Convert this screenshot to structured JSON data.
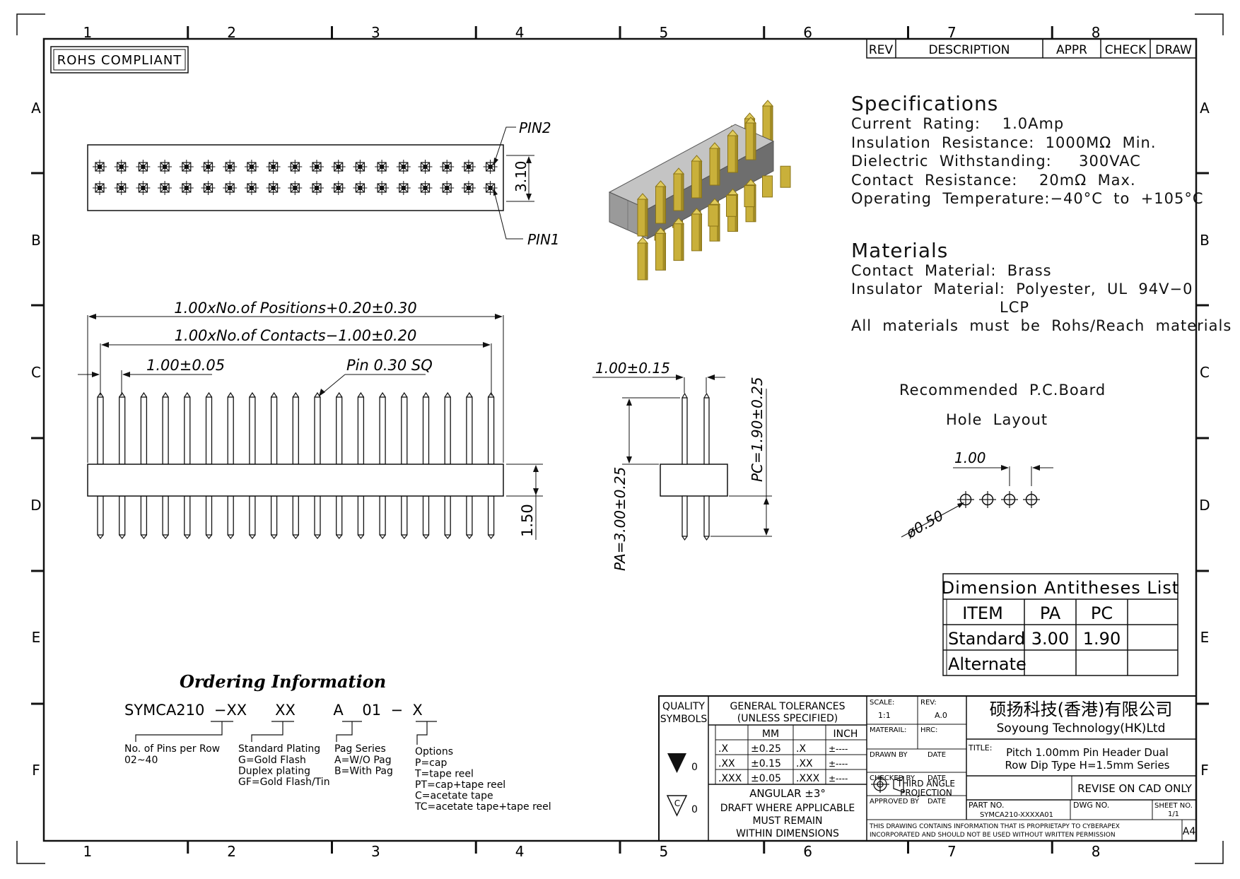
{
  "frame": {
    "col_labels": [
      "1",
      "2",
      "3",
      "4",
      "5",
      "6",
      "7",
      "8"
    ],
    "row_labels": [
      "A",
      "B",
      "C",
      "D",
      "E",
      "F"
    ]
  },
  "rohs_box": "ROHS COMPLIANT",
  "rev_header": {
    "rev": "REV",
    "description": "DESCRIPTION",
    "appr": "APPR",
    "check": "CHECK",
    "draw": "DRAW"
  },
  "specifications": {
    "title": "Specifications",
    "lines": [
      "Current  Rating:    1.0Amp",
      "Insulation  Resistance:  1000MΩ  Min.",
      "Dielectric  Withstanding:     300VAC",
      "Contact  Resistance:    20mΩ  Max.",
      "Operating  Temperature:−40°C  to  +105°C"
    ]
  },
  "materials": {
    "title": "Materials",
    "lines": [
      "Contact  Material:  Brass",
      "Insulator  Material:  Polyester,  UL  94V−0",
      "LCP",
      "All  materials  must  be  Rohs/Reach  materials"
    ]
  },
  "top_view": {
    "pin2": "PIN2",
    "pin1": "PIN1",
    "height_dim": "3.10"
  },
  "front_view": {
    "dim_positions": "1.00xNo.of  Positions+0.20±0.30",
    "dim_contacts": "1.00xNo.of  Contacts−1.00±0.20",
    "dim_pitch": "1.00±0.05",
    "pin_note": "Pin  0.30  SQ",
    "dim_body": "1.50"
  },
  "side_view": {
    "dim_pitch": "1.00±0.15",
    "dim_pc": "PC=1.90±0.25",
    "dim_pa": "PA=3.00±0.25"
  },
  "pcb": {
    "title_line1": "Recommended  P.C.Board",
    "title_line2": "Hole  Layout",
    "pitch": "1.00",
    "hole": "ø0.50"
  },
  "dim_table": {
    "title": "Dimension  Antitheses  List",
    "header": [
      "ITEM",
      "PA",
      "PC",
      ""
    ],
    "rows": [
      [
        "Standard",
        "3.00",
        "1.90",
        ""
      ],
      [
        "Alternate",
        "",
        "",
        ""
      ]
    ]
  },
  "ordering": {
    "title": "Ordering Information",
    "code": "SYMCA210  −XX      XX        A    01  −  X",
    "groups": [
      {
        "label": "No.  of  Pins  per  Row",
        "values": [
          "02~40"
        ]
      },
      {
        "label": "Standard  Plating",
        "values": [
          "G=Gold  Flash",
          "Duplex  plating",
          "GF=Gold  Flash/Tin"
        ]
      },
      {
        "label": "Pag  Series",
        "values": [
          "A=W/O  Pag",
          "B=With  Pag"
        ]
      },
      {
        "label": "Options",
        "values": [
          "P=cap",
          "T=tape  reel",
          "PT=cap+tape  reel",
          "C=acetate  tape",
          "TC=acetate  tape+tape  reel"
        ]
      }
    ]
  },
  "title_block": {
    "quality_symbols": "QUALITY\nSYMBOLS",
    "quality_line1": "QUALITY",
    "quality_line2": "SYMBOLS",
    "gt_line1": "GENERAL  TOLERANCES",
    "gt_line2": "(UNLESS  SPECIFIED)",
    "mm": "MM",
    "inch": "INCH",
    "tol_rows": [
      [
        ".X",
        "±0.25",
        ".X",
        "±----"
      ],
      [
        ".XX",
        "±0.15",
        ".XX",
        "±----"
      ],
      [
        ".XXX",
        "±0.05",
        ".XXX",
        "±----"
      ]
    ],
    "angular": "ANGULAR  ±3°",
    "draft1": "DRAFT  WHERE  APPLICABLE",
    "draft2": "MUST  REMAIN",
    "draft3": "WITHIN  DIMENSIONS",
    "sym_value": "0",
    "scale_label": "SCALE:",
    "scale_value": "1:1",
    "rev_label": "REV:",
    "rev_value": "A.0",
    "material_label": "MATERAIL:",
    "hrc_label": "HRC:",
    "drawn_by": "DRAWN  BY",
    "checked_by": "CHECKED  BY",
    "approved_by": "APPROVED  BY",
    "date": "DATE",
    "company_cn": "硕扬科技(香港)有限公司",
    "company_en": "Soyoung  Technology(HK)Ltd",
    "title_label": "TITLE:",
    "title_line1": "Pitch  1.00mm  Pin  Header  Dual",
    "title_line2": "Row  Dip  Type  H=1.5mm  Series",
    "projection1": "THIRD  ANGLE",
    "projection2": "PROJECTION",
    "revise": "REVISE  ON  CAD  ONLY",
    "part_no_label": "PART  NO.",
    "part_no": "SYMCA210-XXXXA01",
    "dwg_no_label": "DWG  NO.",
    "sheet_label": "SHEET  NO.",
    "sheet_value": "1/1",
    "notice1": "THIS  DRAWING  CONTAINS  INFORMATION  THAT  IS  PROPRIETAPY  TO  CYBERAPEX",
    "notice2": "INCORPORATED  AND  SHOULD  NOT  BE  USED  WITHOUT  WRITTEN  PERMISSION",
    "size": "A4"
  },
  "colors": {
    "line": "#111111",
    "pin_gold": "#c9b03a",
    "pin_gold_dark": "#8a7418",
    "housing": "#9a9a9a",
    "housing_dark": "#6e6e6e",
    "housing_top": "#c4c4c4"
  }
}
